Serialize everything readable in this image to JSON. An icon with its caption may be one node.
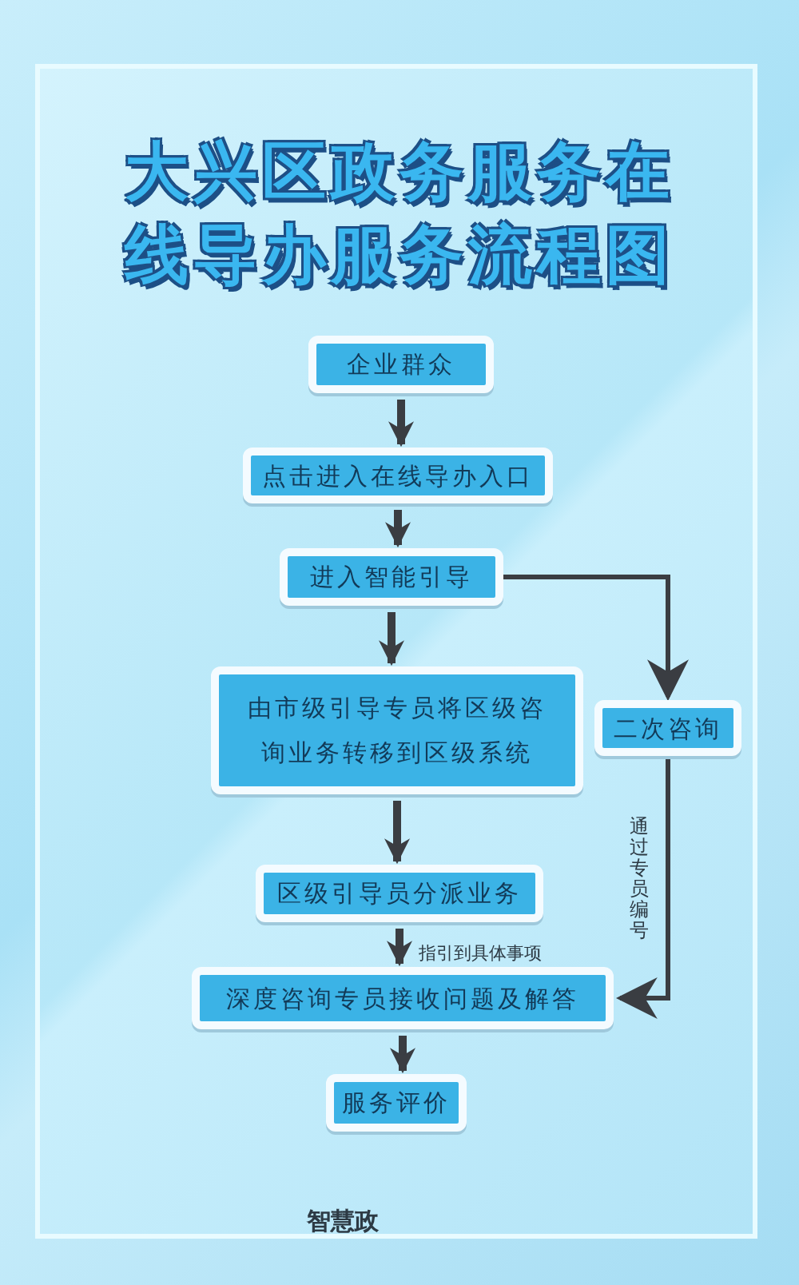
{
  "diagram": {
    "title": "大兴区政务服务在线导办服务流程图",
    "nodes": [
      {
        "text": [
          "企业群众"
        ]
      },
      {
        "text": [
          "点击进入在线导办入口"
        ]
      },
      {
        "text": [
          "进入智能引导"
        ]
      },
      {
        "text": [
          "由市级引导专员将区级咨询业务转移到区级系统"
        ]
      },
      {
        "text": [
          "二次咨询"
        ]
      },
      {
        "text": [
          "区级引导员分派业务"
        ]
      },
      {
        "text": [
          "深度咨询专员接收问题及解答"
        ]
      },
      {
        "text": [
          "服务评价"
        ]
      }
    ],
    "edges": [
      {
        "from": 0,
        "to": 1,
        "arrow": "to"
      },
      {
        "from": 1,
        "to": 2,
        "arrow": "to"
      },
      {
        "from": 2,
        "to": 3,
        "arrow": "to"
      },
      {
        "from": 3,
        "to": 5,
        "arrow": "to"
      },
      {
        "from": 5,
        "to": 6,
        "arrow": "to",
        "label": "指引到具体事项"
      },
      {
        "from": 6,
        "to": 7,
        "arrow": "to"
      },
      {
        "from": 2,
        "to": 4,
        "arrow": "to"
      },
      {
        "from": 4,
        "to": 6,
        "arrow": "to",
        "label": "通过专员编号"
      }
    ],
    "labels": [
      "智慧政"
    ]
  }
}
